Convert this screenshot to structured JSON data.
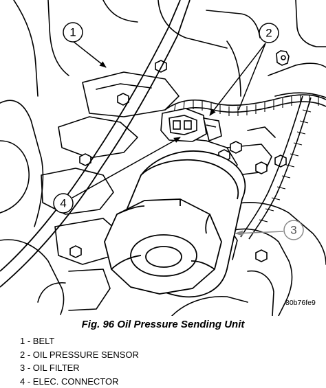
{
  "figure": {
    "caption": "Fig. 96 Oil Pressure Sending Unit",
    "image_code": "80b76fe9",
    "callouts": [
      "1",
      "2",
      "3",
      "4"
    ],
    "legend": [
      {
        "number": "1",
        "separator": " - ",
        "label": "BELT"
      },
      {
        "number": "2",
        "separator": " - ",
        "label": "OIL PRESSURE SENSOR"
      },
      {
        "number": "3",
        "separator": " - ",
        "label": "OIL FILTER"
      },
      {
        "number": "4",
        "separator": " - ",
        "label": "ELEC. CONNECTOR"
      }
    ]
  }
}
